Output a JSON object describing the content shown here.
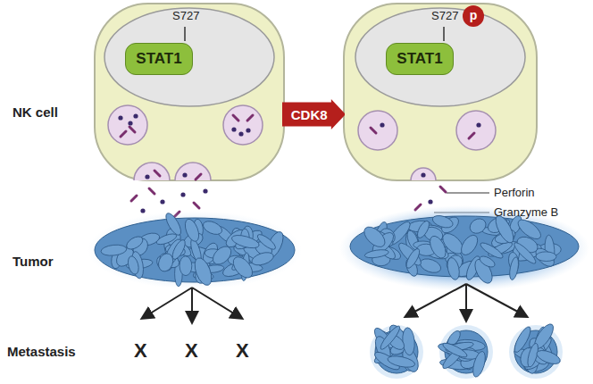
{
  "diagram": {
    "nodes": [
      {
        "text": [
          "STAT1"
        ]
      },
      {
        "text": [
          "CDK8"
        ]
      },
      {
        "text": [
          "STAT1"
        ]
      },
      {
        "text": [
          "p"
        ]
      }
    ],
    "labels": [
      "NK cell",
      "Tumor",
      "Metastasis",
      "S727",
      "S727",
      "Perforin",
      "Granzyme B",
      "X",
      "X",
      "X"
    ]
  }
}
